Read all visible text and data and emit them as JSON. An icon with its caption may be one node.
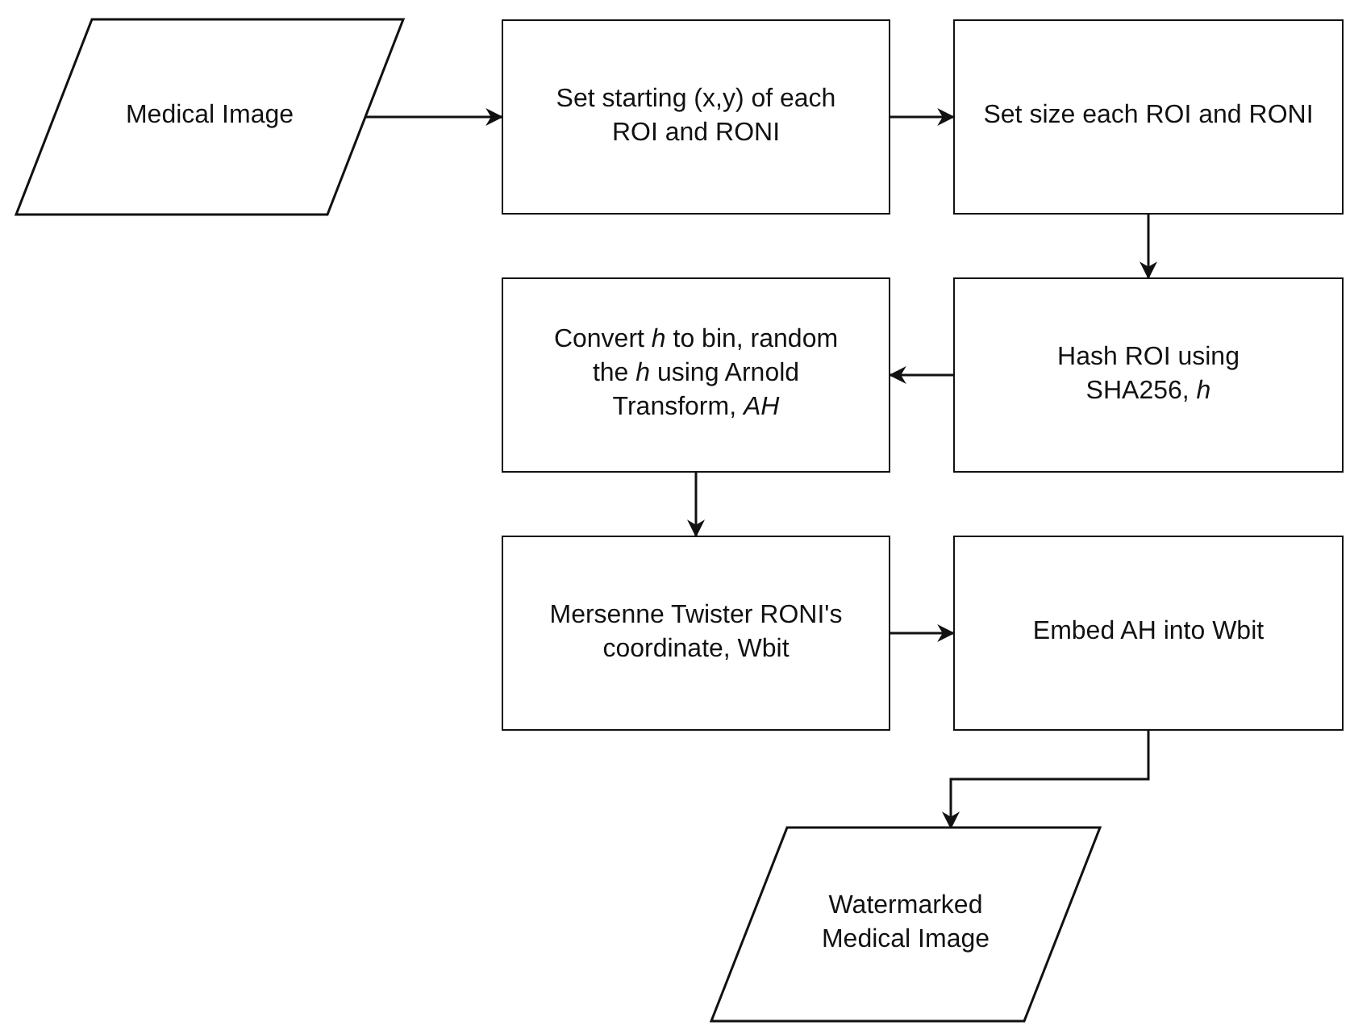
{
  "diagram": {
    "nodes": [
      {
        "text": [
          "Medical Image"
        ]
      },
      {
        "text": [
          "Set  starting (x,y) of each ROI and RONI"
        ]
      },
      {
        "text": [
          "Set size each ROI and RONI"
        ]
      },
      {
        "text": [
          "Hash ROI using SHA256, *h*"
        ]
      },
      {
        "text": [
          "Convert *h*  to bin, random the *h* using Arnold Transform, *AH*"
        ]
      },
      {
        "text": [
          "Mersenne Twister RONI's coordinate, Wbit"
        ]
      },
      {
        "text": [
          "Embed AH into Wbit"
        ]
      },
      {
        "text": [
          "Watermarked Medical Image"
        ]
      }
    ],
    "edges": [
      {
        "from": 0,
        "to": 1,
        "arrow": "to"
      },
      {
        "from": 1,
        "to": 2,
        "arrow": "to"
      },
      {
        "from": 2,
        "to": 3,
        "arrow": "to"
      },
      {
        "from": 3,
        "to": 4,
        "arrow": "to"
      },
      {
        "from": 4,
        "to": 5,
        "arrow": "to"
      },
      {
        "from": 5,
        "to": 6,
        "arrow": "to"
      },
      {
        "from": 6,
        "to": 7,
        "arrow": "to"
      }
    ]
  }
}
